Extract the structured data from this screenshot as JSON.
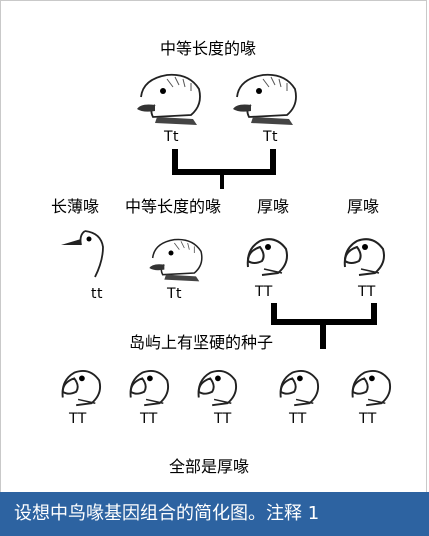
{
  "title": "中等长度的喙",
  "parents": [
    {
      "genotype": "Tt"
    },
    {
      "genotype": "Tt"
    }
  ],
  "offspring": [
    {
      "label": "长薄喙",
      "genotype": "tt"
    },
    {
      "label": "中等长度的喙",
      "genotype": "Tt"
    },
    {
      "label": "厚喙",
      "genotype": "TT"
    },
    {
      "label": "厚喙",
      "genotype": "TT"
    }
  ],
  "selection_label": "岛屿上有坚硬的种子",
  "descendants": [
    {
      "genotype": "TT"
    },
    {
      "genotype": "TT"
    },
    {
      "genotype": "TT"
    },
    {
      "genotype": "TT"
    },
    {
      "genotype": "TT"
    }
  ],
  "result_label": "全部是厚喙",
  "caption": "设想中鸟喙基因组合的简化图。注释 1",
  "colors": {
    "caption_bar": "#2d63a1",
    "caption_text": "#ffffff"
  }
}
